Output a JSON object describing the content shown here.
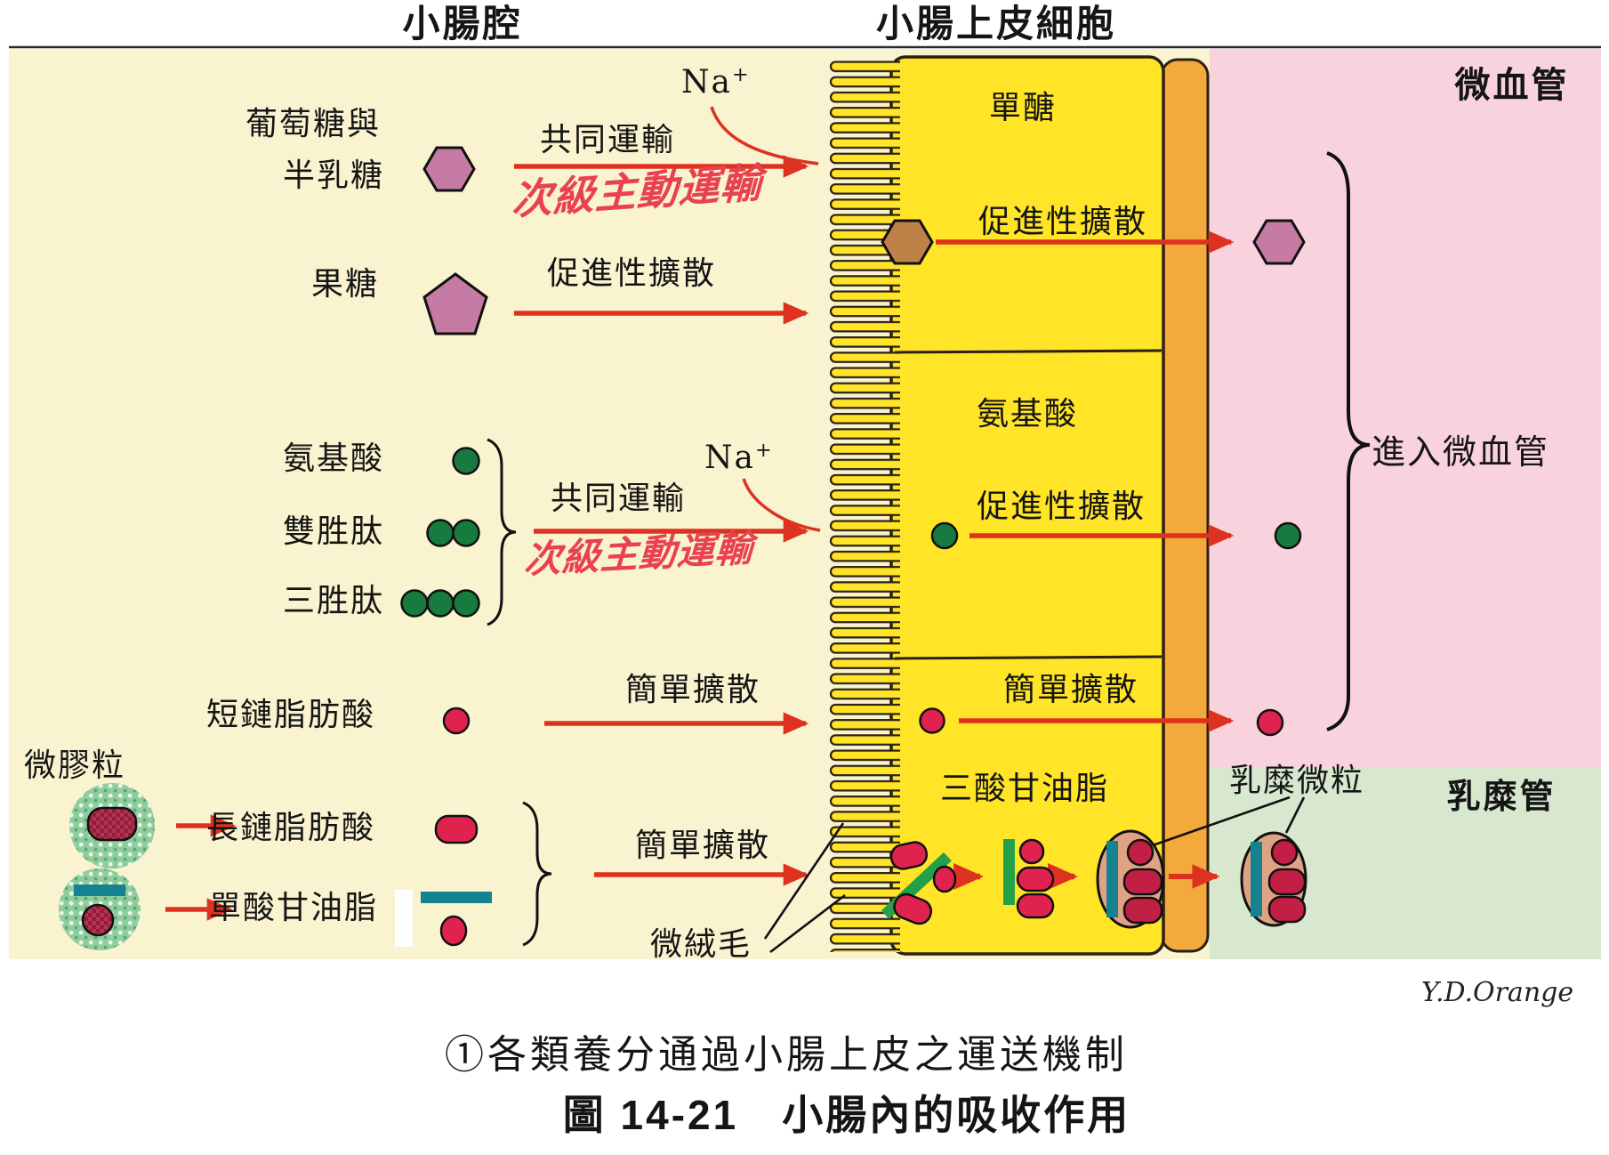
{
  "titles": {
    "lumen": "小腸腔",
    "cell": "小腸上皮細胞"
  },
  "regions": {
    "capillary": "微血管",
    "lacteal": "乳糜管",
    "enter_capillary": "進入微血管"
  },
  "labels": {
    "na": "Na",
    "na_plus": "+",
    "glucose_l1": "葡萄糖與",
    "glucose_l2": "半乳糖",
    "fructose": "果糖",
    "cotransport": "共同運輸",
    "secondary_active": "次級主動運輸",
    "facilitated": "促進性擴散",
    "simple": "簡單擴散",
    "amino": "氨基酸",
    "dipeptide": "雙胜肽",
    "tripeptide": "三胜肽",
    "short_fa": "短鏈脂肪酸",
    "micelle": "微膠粒",
    "long_fa": "長鏈脂肪酸",
    "monoglyceride": "單酸甘油脂",
    "microvilli": "微絨毛",
    "monosaccharide": "單醣",
    "triglyceride": "三酸甘油脂",
    "chylomicron": "乳糜微粒"
  },
  "captions": {
    "mechanism": "①各類養分通過小腸上皮之運送機制",
    "figure": "圖 14-21　小腸內的吸收作用",
    "signature": "Y.D.Orange"
  },
  "colors": {
    "lumen_bg": "#FAF3D0",
    "capillary_bg": "#F8D2DD",
    "lacteal_bg": "#D8E8CF",
    "cell_fill": "#FFE428",
    "cell_band": "#F3A93B",
    "outline": "#2B2013",
    "arrow": "#DE3220",
    "handwriting": "#E8414F",
    "sugar_shape": "#C57BA3",
    "monosaccharide_cell": "#C08148",
    "amino_green": "#177B3F",
    "fatty_red": "#E0234E",
    "dark_red": "#C21F45",
    "glyceride_teal": "#15828F",
    "tg_bar_green": "#23A04A",
    "chylomicron_fill": "#DFA285",
    "micelle_green": "#8FCD9D",
    "micelle_blob": "#B5344F"
  }
}
